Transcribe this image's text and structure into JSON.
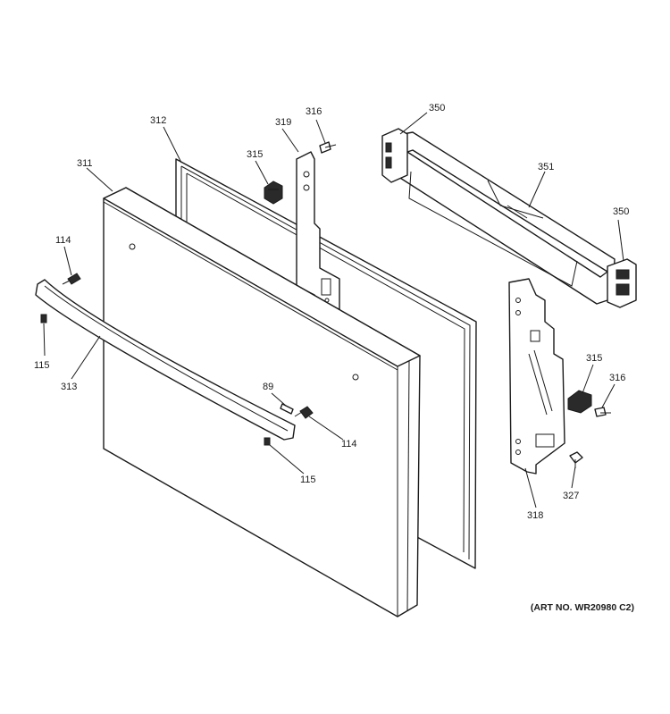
{
  "labels": {
    "p311": "311",
    "p312": "312",
    "p313": "313",
    "p319": "319",
    "p316a": "316",
    "p315a": "315",
    "p350a": "350",
    "p351": "351",
    "p350b": "350",
    "p114a": "114",
    "p115a": "115",
    "p89": "89",
    "p114b": "114",
    "p115b": "115",
    "p315b": "315",
    "p316b": "316",
    "p327": "327",
    "p318": "318"
  },
  "art_number": "(ART NO. WR20980 C2)"
}
